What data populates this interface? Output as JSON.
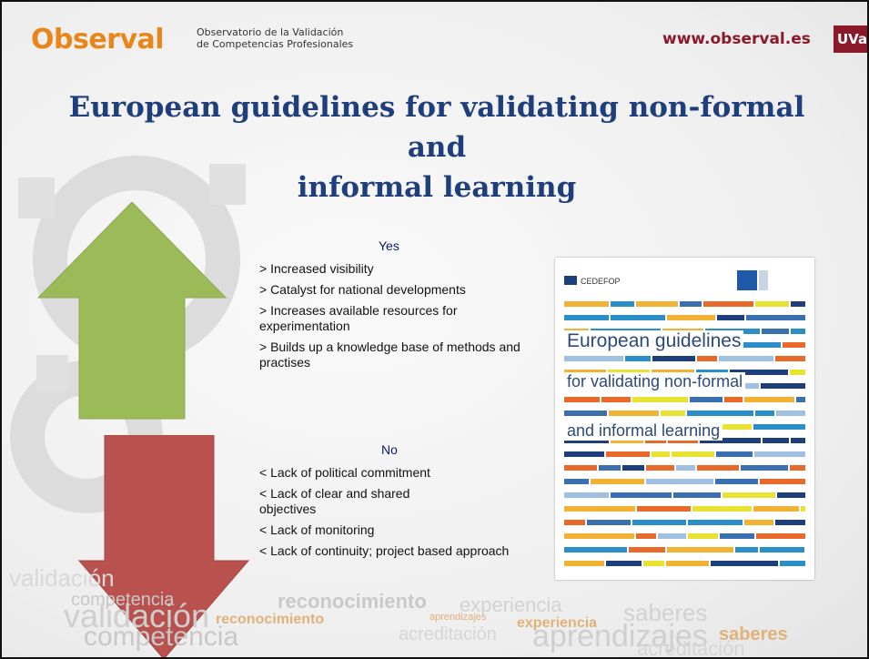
{
  "header": {
    "logo": "Observal",
    "subtitle_line1": "Observatorio de la Validación",
    "subtitle_line2": "de Competencias Profesionales",
    "url": "www.observal.es",
    "badge": "UVa"
  },
  "title": {
    "line1": "European guidelines for validating non-formal and",
    "line2": "informal learning"
  },
  "yes": {
    "heading": "Yes",
    "items": [
      "> Increased visibility",
      "> Catalyst for national developments",
      "> Increases available resources for experimentation",
      "> Builds up a knowledge base of methods and practises"
    ]
  },
  "no": {
    "heading": "No",
    "items": [
      "< Lack of political commitment",
      "< Lack of clear and shared objectives",
      "< Lack of monitoring",
      "< Lack of continuity; project based approach"
    ]
  },
  "cover": {
    "publisher": "CEDEFOP",
    "line1": "European guidelines",
    "line2": "for validating non-formal",
    "line3": "and informal learning"
  },
  "wordcloud": [
    "validación",
    "competencia",
    "validación",
    "reconocimiento",
    "experiencia",
    "saberes",
    "reconocimiento",
    "aprendizajes",
    "experiencia",
    "competencia",
    "acreditación",
    "aprendizajes",
    "saberes",
    "acreditación"
  ],
  "colors": {
    "logo_orange": "#e8861a",
    "url_red": "#8a1a2a",
    "title_blue": "#1f3e7c",
    "arrow_green": "#9bbb59",
    "arrow_red": "#b9524e"
  }
}
